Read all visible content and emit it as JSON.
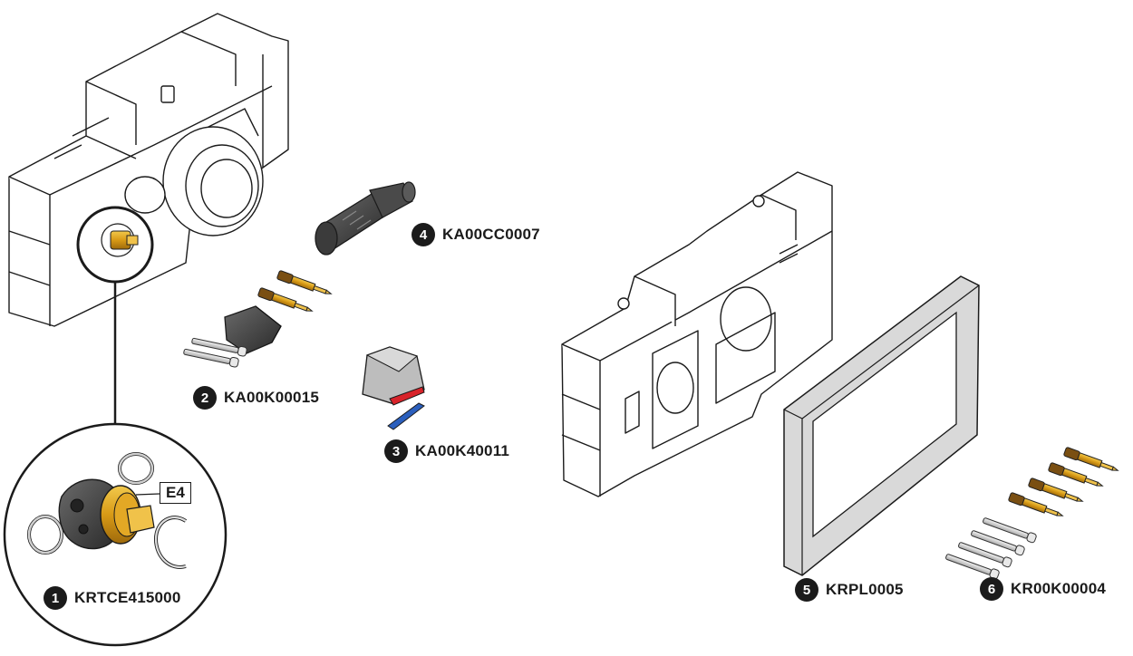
{
  "parts": [
    {
      "number": "1",
      "code": "KRTCE415000"
    },
    {
      "number": "2",
      "code": "KA00K00015"
    },
    {
      "number": "3",
      "code": "KA00K40011"
    },
    {
      "number": "4",
      "code": "KA00CC0007"
    },
    {
      "number": "5",
      "code": "KRPL0005"
    },
    {
      "number": "6",
      "code": "KR00K00004"
    }
  ],
  "detail_tag": "E4",
  "colors": {
    "outline": "#1b1b1b",
    "brass": "#e0a21b",
    "dark_part": "#3b3b3b",
    "frame": "#d8d8d8",
    "red_accent": "#d8232a",
    "blue_clip": "#2b5fbd"
  }
}
